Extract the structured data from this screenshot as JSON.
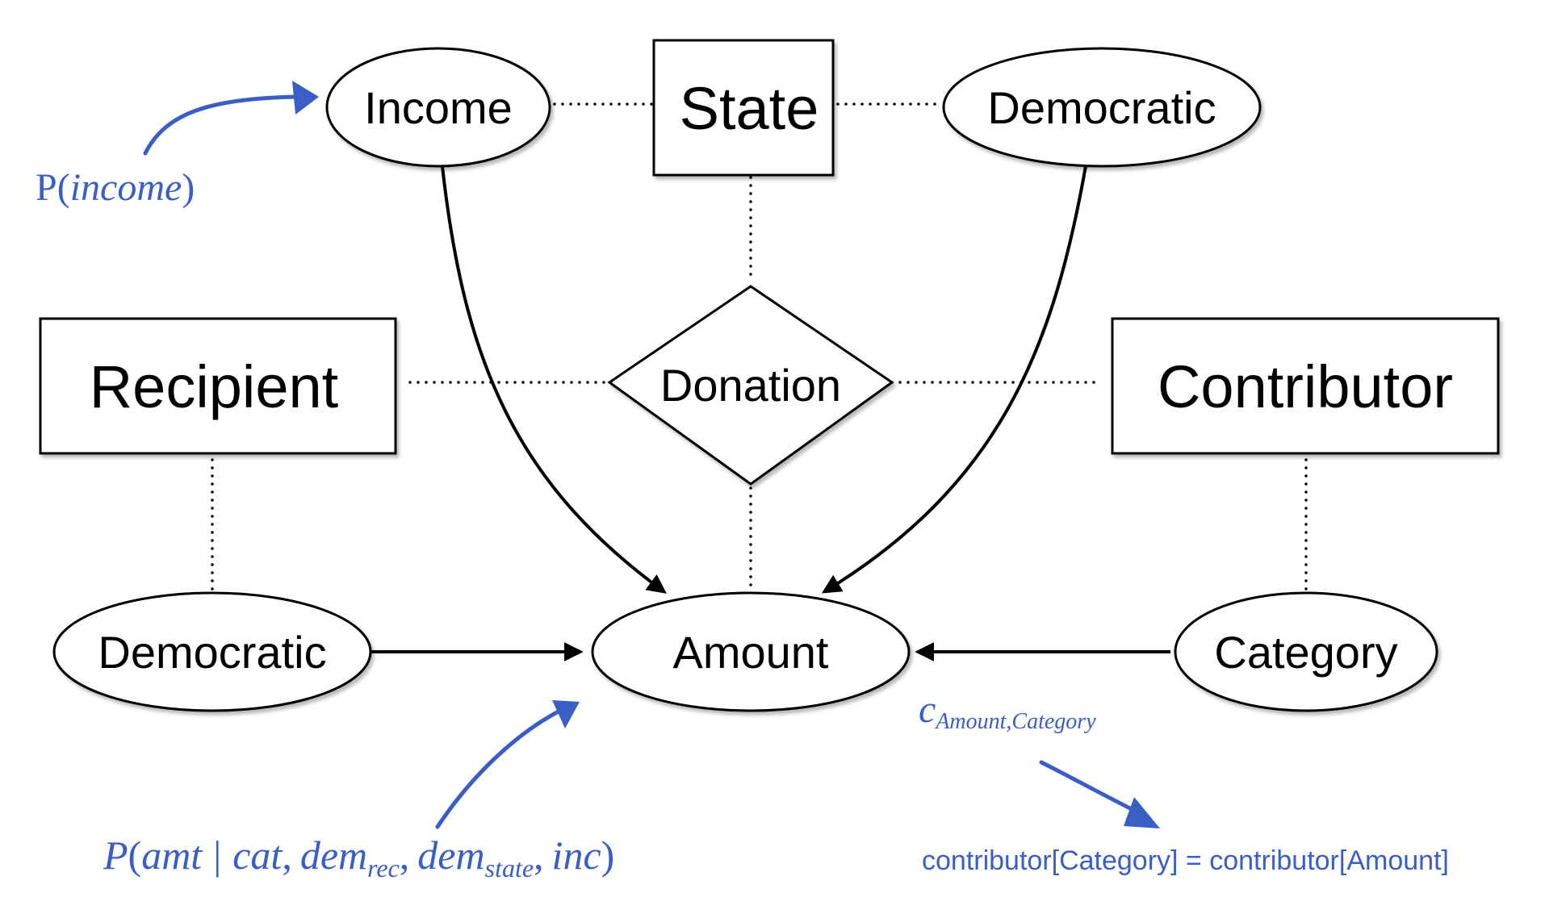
{
  "colors": {
    "annotation": "#3a5ec4",
    "ink": "#000000",
    "background": "#ffffff"
  },
  "nodes": {
    "state": "State",
    "income": "Income",
    "democratic_state": "Democratic",
    "donation": "Donation",
    "recipient": "Recipient",
    "contributor": "Contributor",
    "democratic_recipient": "Democratic",
    "amount": "Amount",
    "category": "Category"
  },
  "annotations": {
    "p_income": {
      "P": "P",
      "open": "(",
      "var": "income",
      "close": ")"
    },
    "p_amount": {
      "P": "P",
      "open": "(",
      "amt": "amt",
      "bar": "|",
      "cat": "cat",
      "comma1": ",",
      "dem1": "dem",
      "sub_rec": "rec",
      "comma2": ",",
      "dem2": "dem",
      "sub_state": "state",
      "comma3": ",",
      "inc": "inc",
      "close": ")"
    },
    "constraint": {
      "symbol": "c",
      "subscript": "Amount,Category"
    },
    "constraint_formula": "contributor[Category] = contributor[Amount]"
  }
}
